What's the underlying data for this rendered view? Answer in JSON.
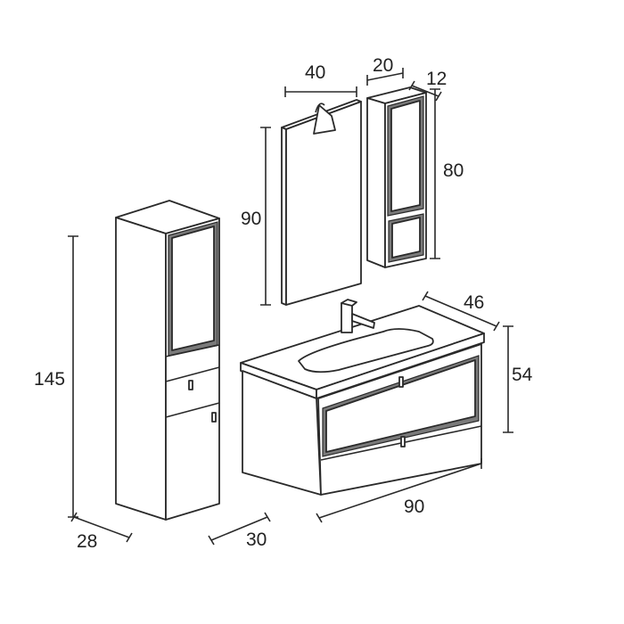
{
  "dimensions": {
    "tall_column_height": "145",
    "tall_column_depth": "28",
    "tall_column_width": "30",
    "mirror_width": "40",
    "mirror_height": "90",
    "wall_cabinet_width": "20",
    "wall_cabinet_depth": "12",
    "wall_cabinet_height": "80",
    "vanity_depth": "46",
    "vanity_height": "54",
    "vanity_width": "90"
  }
}
